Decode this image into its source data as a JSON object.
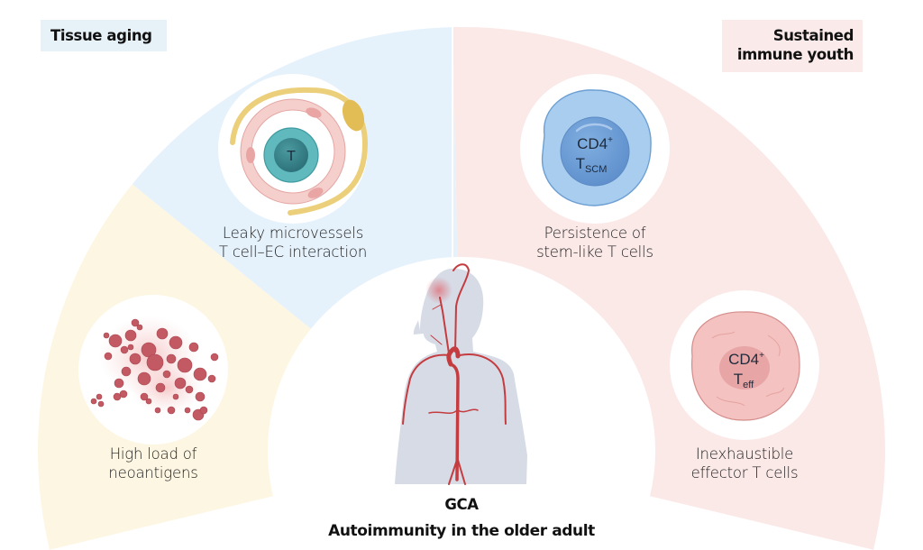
{
  "headers": {
    "left": "Tissue aging",
    "right_line1": "Sustained",
    "right_line2": "immune youth"
  },
  "sectors": {
    "colors": {
      "yellow": "#fdf6e2",
      "blue": "#e6f2fb",
      "pink": "#fbe9e8"
    }
  },
  "panels": {
    "microvessels": {
      "line1": "Leaky microvessels",
      "line2": "T cell–EC interaction",
      "cell_label": "T"
    },
    "stem": {
      "line1": "Persistence of",
      "line2": "stem-like T cells",
      "cell_main": "CD4",
      "cell_sup": "+",
      "cell_T": "T",
      "cell_sub": "SCM"
    },
    "neoantigens": {
      "line1": "High load of",
      "line2": "neoantigens"
    },
    "effector": {
      "line1": "Inexhaustible",
      "line2": "effector T cells",
      "cell_main": "CD4",
      "cell_sup": "+",
      "cell_T": "T",
      "cell_sub": "eff"
    }
  },
  "center": {
    "disease": "GCA",
    "title": "Autoimmunity in the older adult"
  }
}
